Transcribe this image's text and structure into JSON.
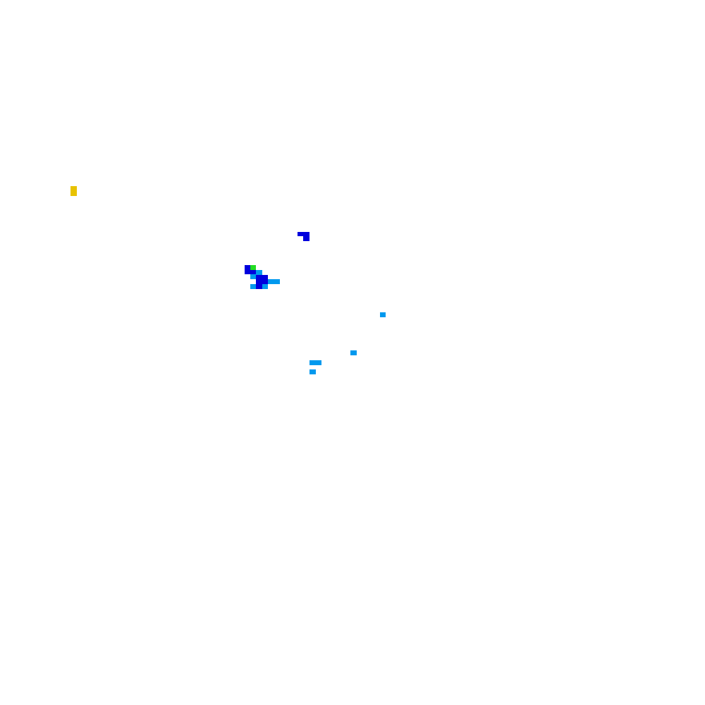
{
  "colors": {
    "yellow": "#e8c200",
    "dark_blue": "#0000dd",
    "light_blue": "#0099ee",
    "green": "#22dd22"
  },
  "cells": [
    {
      "color": "yellow"
    },
    {
      "color": "dark_blue"
    },
    {
      "color": "dark_blue"
    },
    {
      "color": "dark_blue"
    },
    {
      "color": "green"
    },
    {
      "color": "dark_blue"
    },
    {
      "color": "light_blue"
    },
    {
      "color": "light_blue"
    },
    {
      "color": "dark_blue"
    },
    {
      "color": "light_blue"
    },
    {
      "color": "light_blue"
    },
    {
      "color": "dark_blue"
    },
    {
      "color": "light_blue"
    },
    {
      "color": "light_blue"
    },
    {
      "color": "light_blue"
    },
    {
      "color": "light_blue"
    },
    {
      "color": "light_blue"
    }
  ]
}
